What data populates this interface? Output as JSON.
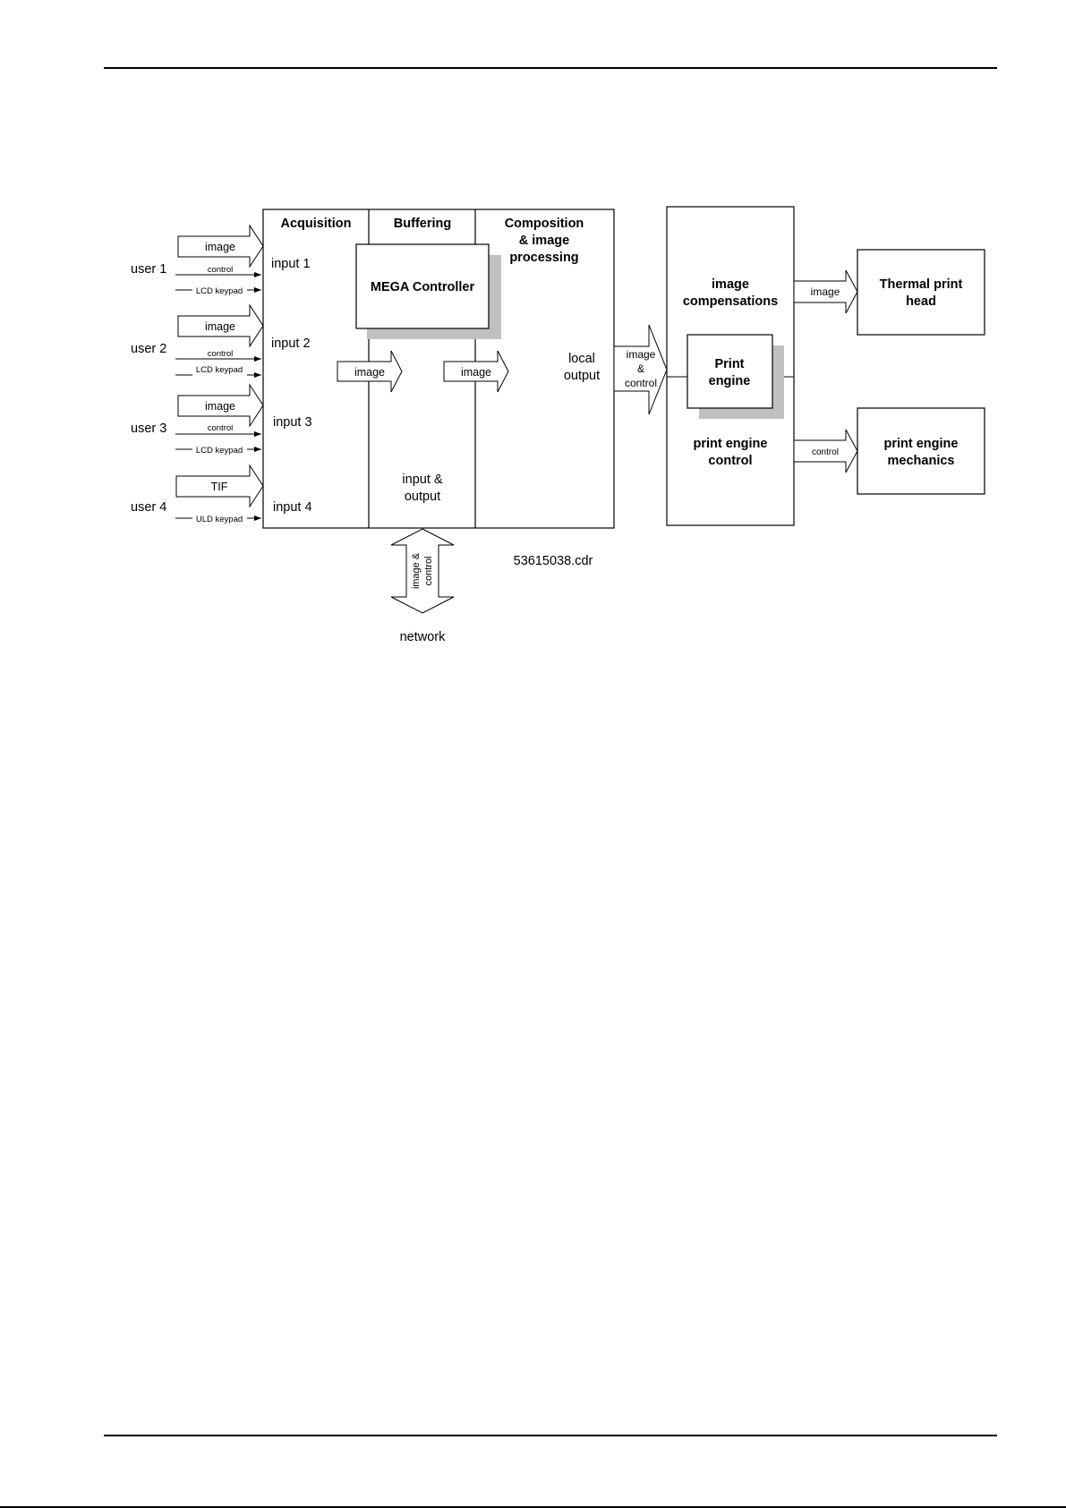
{
  "diagram": {
    "users": [
      {
        "label": "user 1",
        "arrow_label": "image",
        "control_label": "control",
        "keypad_label": "LCD keypad",
        "input_label": "input 1"
      },
      {
        "label": "user 2",
        "arrow_label": "image",
        "control_label": "control",
        "keypad_label": "LCD keypad",
        "input_label": "input 2"
      },
      {
        "label": "user 3",
        "arrow_label": "image",
        "control_label": "control",
        "keypad_label": "LCD keypad",
        "input_label": "input 3"
      },
      {
        "label": "user 4",
        "arrow_label": "TIF",
        "keypad_label": "ULD keypad",
        "input_label": "input 4"
      }
    ],
    "sections": {
      "acquisition": "Acquisition",
      "buffering": "Buffering",
      "composition": [
        "Composition",
        "& image",
        "processing"
      ]
    },
    "mega_controller": "MEGA Controller",
    "buffer_arrow_1": "image",
    "buffer_arrow_2": "image",
    "local_output": [
      "local",
      "output"
    ],
    "input_output": [
      "input &",
      "output"
    ],
    "network_arrow": [
      "image &",
      "control"
    ],
    "network_label": "network",
    "figure_id": "53615038.cdr",
    "output_arrow": [
      "image",
      "&",
      "control"
    ],
    "image_compensations": [
      "image",
      "compensations"
    ],
    "print_engine": [
      "Print",
      "engine"
    ],
    "print_engine_control": [
      "print engine",
      "control"
    ],
    "thermal_arrow": "image",
    "thermal_head": [
      "Thermal print",
      "head"
    ],
    "mechanics_arrow": "control",
    "mechanics": [
      "print engine",
      "mechanics"
    ],
    "colors": {
      "line": "#000000",
      "shadow": "#c0c0c0",
      "background": "#ffffff"
    }
  }
}
